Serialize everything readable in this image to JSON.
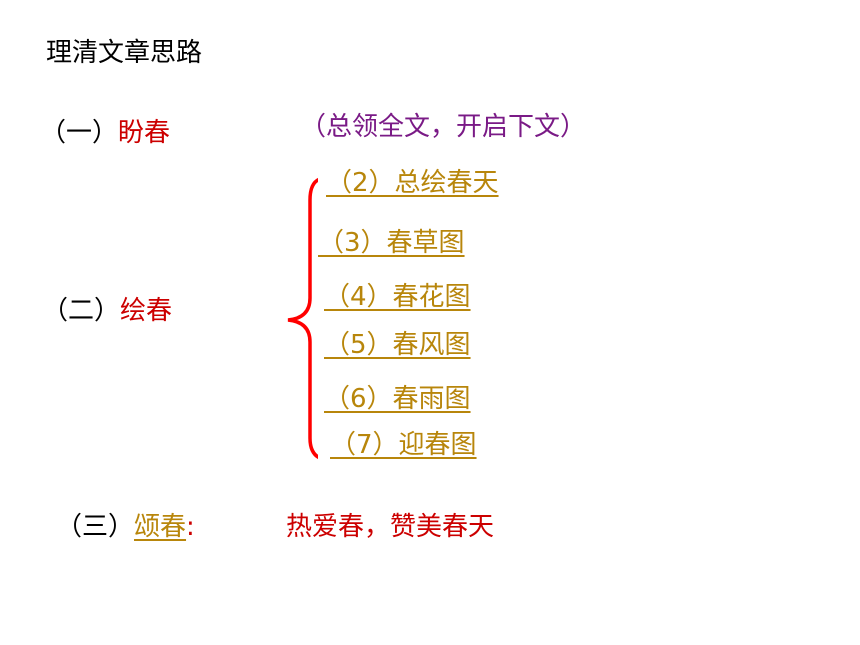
{
  "title": "理清文章思路",
  "section1": {
    "prefix": "（一）",
    "name": "盼春",
    "note": "（总领全文，开启下文）"
  },
  "section2": {
    "prefix": "（二）",
    "name": "绘春",
    "items": [
      "（2）总绘春天",
      "（3）春草图",
      "（4）春花图",
      "（5）春风图",
      "（6）春雨图",
      "（7）迎春图"
    ]
  },
  "section3": {
    "prefix": "（三）",
    "name": "颂春",
    "colon": ":",
    "note": "热爱春，赞美春天"
  },
  "colors": {
    "red": "#cc0000",
    "purple": "#7a1a86",
    "gold": "#b8860b",
    "brace": "#ff0000"
  }
}
